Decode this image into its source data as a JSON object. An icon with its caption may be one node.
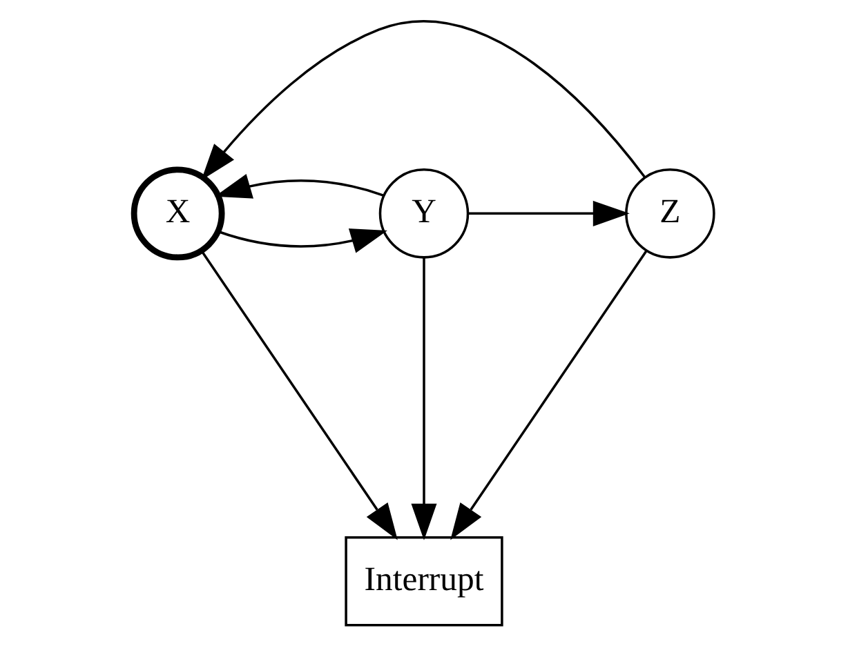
{
  "diagram": {
    "nodes": [
      {
        "text": [
          "X"
        ]
      },
      {
        "text": [
          "Y"
        ]
      },
      {
        "text": [
          "Z"
        ]
      },
      {
        "text": [
          "Interrupt"
        ]
      }
    ],
    "edges": [
      {
        "from": 0,
        "to": 1,
        "arrow": "to"
      },
      {
        "from": 1,
        "to": 0,
        "arrow": "to"
      },
      {
        "from": 1,
        "to": 2,
        "arrow": "to"
      },
      {
        "from": 2,
        "to": 0,
        "arrow": "to"
      },
      {
        "from": 0,
        "to": 3,
        "arrow": "to"
      },
      {
        "from": 1,
        "to": 3,
        "arrow": "to"
      },
      {
        "from": 2,
        "to": 3,
        "arrow": "to"
      }
    ]
  }
}
